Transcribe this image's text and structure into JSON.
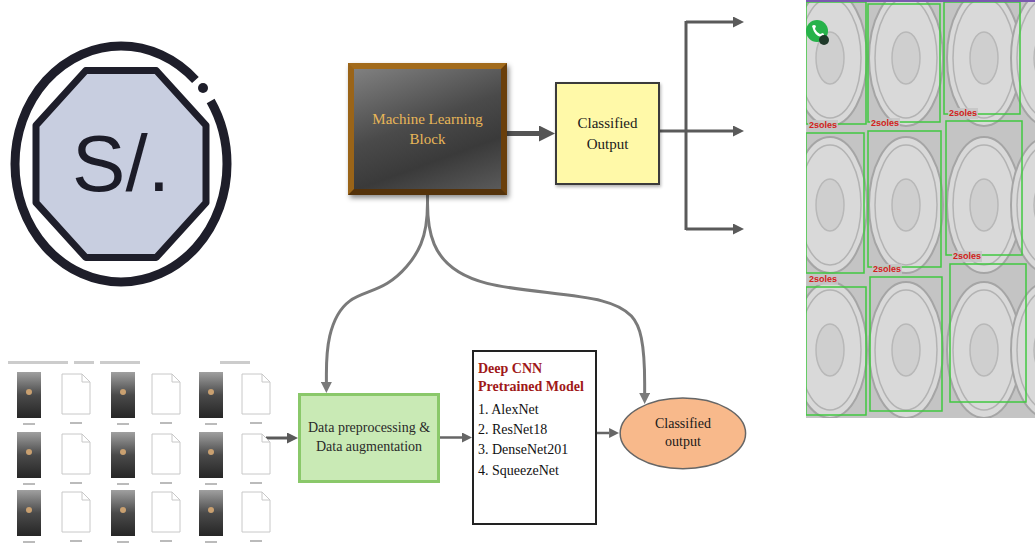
{
  "diagram": {
    "nodes": [
      {
        "text": [
          "S/."
        ]
      },
      {
        "text": [
          "Machine Learning Block"
        ]
      },
      {
        "text": [
          "Classified Output"
        ]
      },
      {
        "text": [
          "Data preprocessing & Data augmentation"
        ]
      },
      {
        "text": [
          "Deep CNN Pretrained Model",
          "1. AlexNet",
          "2. ResNet18",
          "3. DenseNet201",
          "4. SqueezeNet"
        ]
      },
      {
        "text": [
          "Classified output"
        ]
      }
    ],
    "edges": [
      {
        "from": 1,
        "to": 2,
        "arrow": "to"
      },
      {
        "from": 1,
        "to": 3,
        "arrow": "to"
      },
      {
        "from": 1,
        "to": 5,
        "arrow": "to"
      },
      {
        "from": 3,
        "to": 4,
        "arrow": "to"
      },
      {
        "from": 4,
        "to": 5,
        "arrow": "to"
      }
    ],
    "labels": [
      "2soles",
      "2soles",
      "2soles",
      "2soles",
      "2soles",
      "2soles"
    ]
  }
}
